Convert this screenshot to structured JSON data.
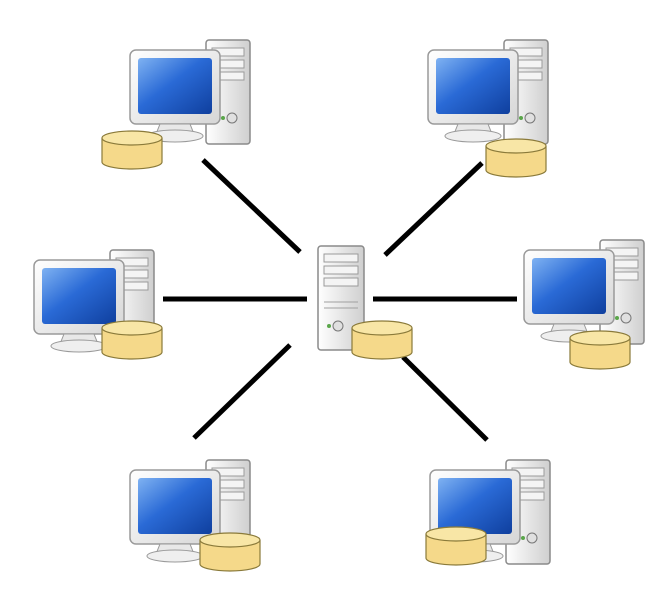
{
  "diagram": {
    "type": "star-network-topology",
    "colors": {
      "background": "#ffffff",
      "link": "#000000",
      "screen": "#1a57c9",
      "screen_highlight": "#6ea6f0",
      "monitor_frame": "#eeeeee",
      "tower": "#e8e8e8",
      "database": "#f5d98a",
      "database_stroke": "#8a7a3a"
    },
    "center": {
      "id": "hub",
      "kind": "server-with-database",
      "icon": "server-icon"
    },
    "clients": [
      {
        "id": "top-left",
        "kind": "workstation-with-database",
        "icon": "workstation-icon"
      },
      {
        "id": "top-right",
        "kind": "workstation-with-database",
        "icon": "workstation-icon"
      },
      {
        "id": "middle-left",
        "kind": "workstation-with-database",
        "icon": "workstation-icon"
      },
      {
        "id": "middle-right",
        "kind": "workstation-with-database",
        "icon": "workstation-icon"
      },
      {
        "id": "bottom-left",
        "kind": "workstation-with-database",
        "icon": "workstation-icon"
      },
      {
        "id": "bottom-right",
        "kind": "workstation-with-database",
        "icon": "workstation-icon"
      }
    ],
    "links": [
      {
        "from": "hub",
        "to": "top-left"
      },
      {
        "from": "hub",
        "to": "top-right"
      },
      {
        "from": "hub",
        "to": "middle-left"
      },
      {
        "from": "hub",
        "to": "middle-right"
      },
      {
        "from": "hub",
        "to": "bottom-left"
      },
      {
        "from": "hub",
        "to": "bottom-right"
      }
    ]
  }
}
